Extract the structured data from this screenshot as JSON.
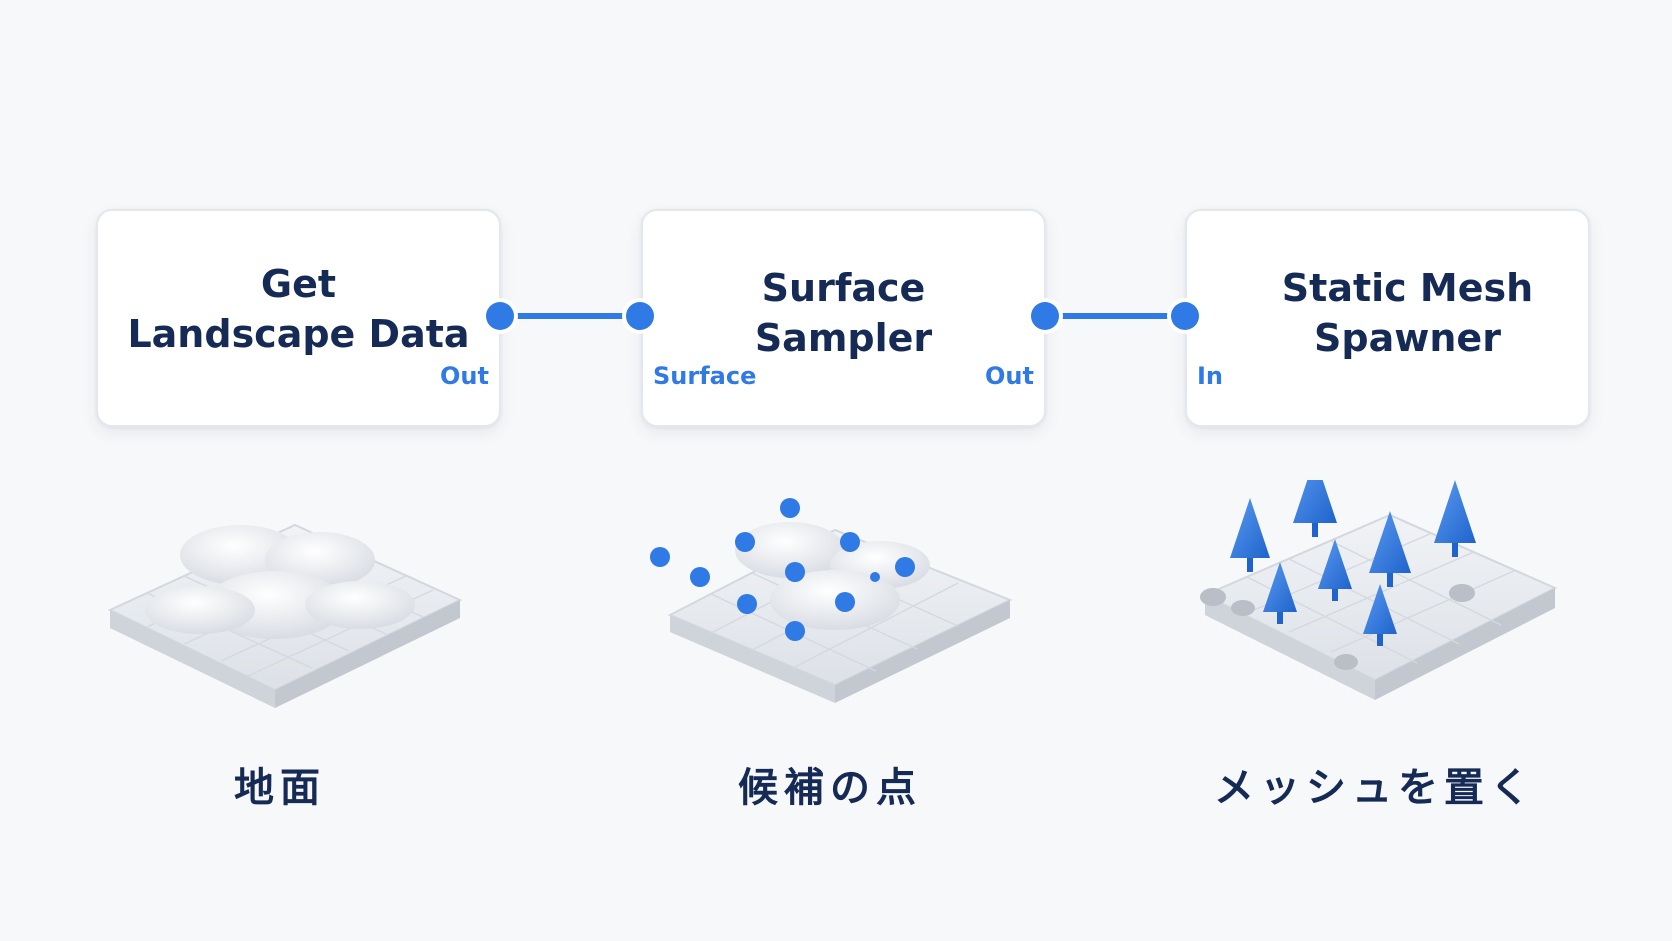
{
  "nodes": [
    {
      "title_lines": [
        "Get",
        "Landscape Data"
      ],
      "ports": {
        "out": "Out"
      }
    },
    {
      "title_lines": [
        "Surface",
        "Sampler"
      ],
      "ports": {
        "in": "Surface",
        "out": "Out"
      }
    },
    {
      "title_lines": [
        "Static Mesh",
        "Spawner"
      ],
      "ports": {
        "in": "In"
      }
    }
  ],
  "captions": [
    "地面",
    "候補の点",
    "メッシュを置く"
  ],
  "colors": {
    "accent": "#2f7ae5",
    "title_text": "#152a55",
    "terrain": "#e2e5ea"
  },
  "illustrations": [
    {
      "name": "terrain-tile"
    },
    {
      "name": "terrain-with-sample-points"
    },
    {
      "name": "terrain-with-trees"
    }
  ]
}
